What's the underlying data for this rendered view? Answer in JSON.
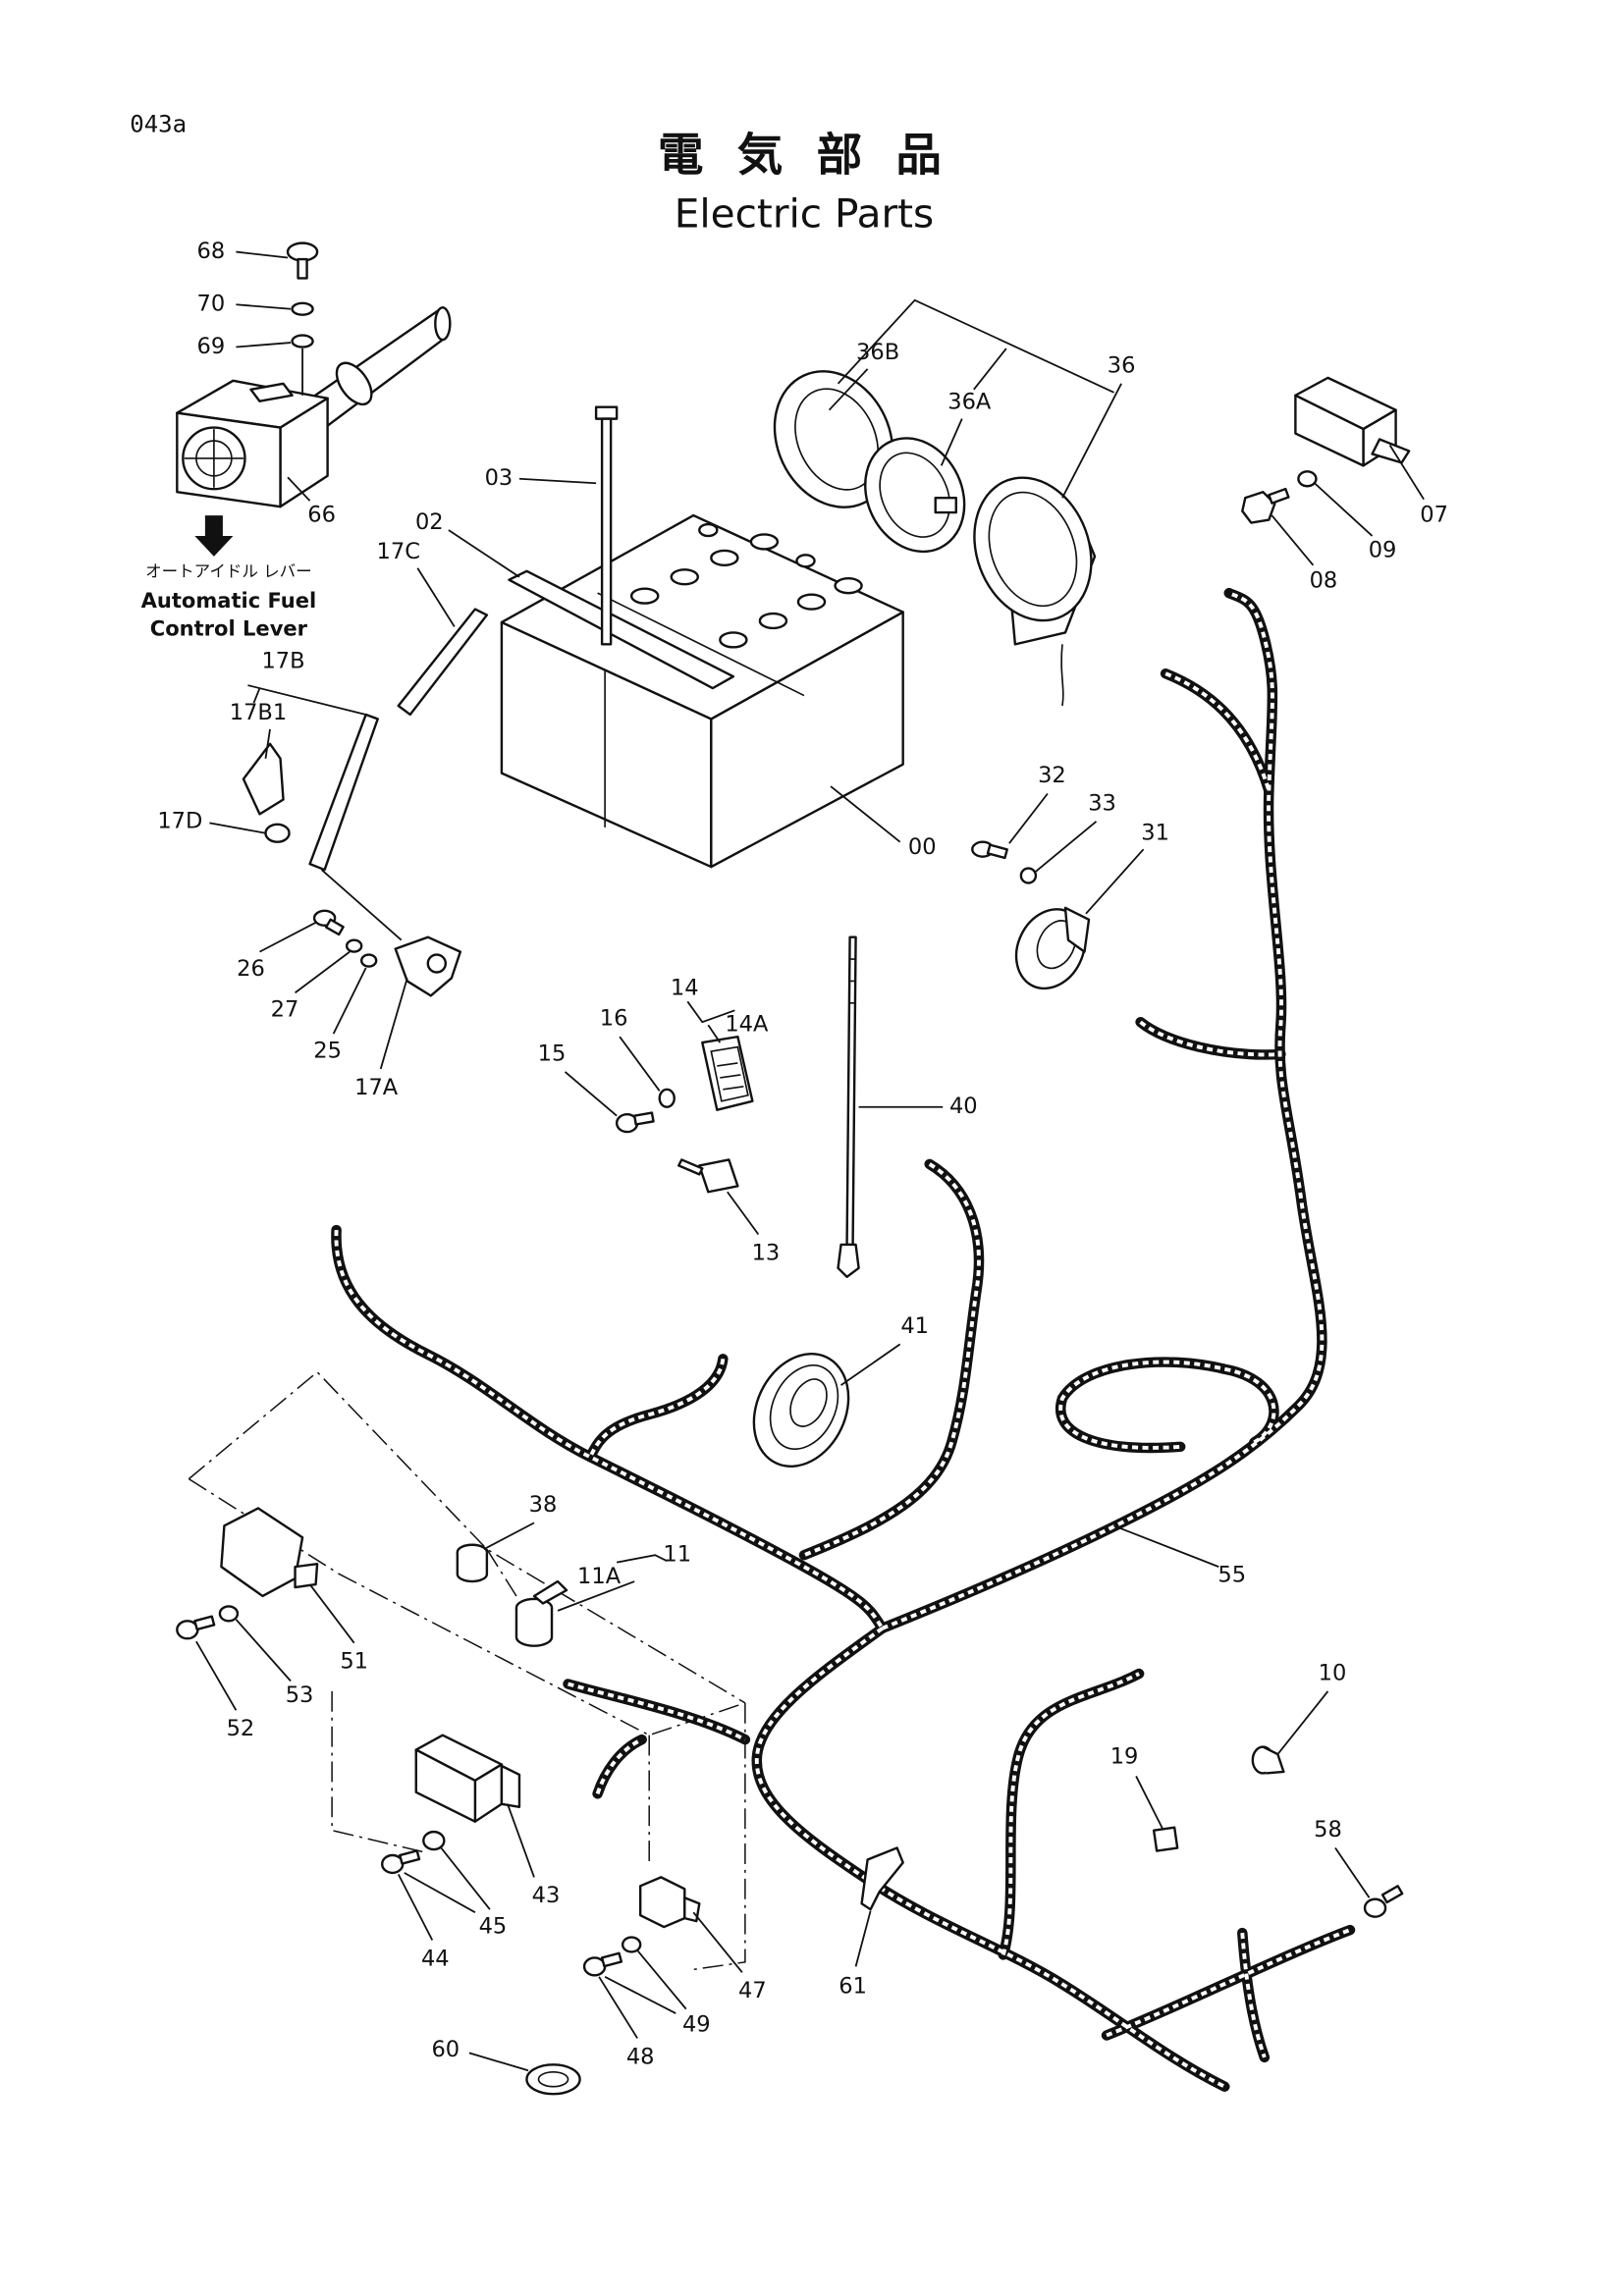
{
  "page_code": "043a",
  "title_jp": "電 気 部 品",
  "title_en": "Electric Parts",
  "note": {
    "jp": "オートアイドル レバー",
    "en_line1": "Automatic Fuel",
    "en_line2": "Control Lever"
  },
  "labels": {
    "p68": "68",
    "p70": "70",
    "p69": "69",
    "p66": "66",
    "p17C": "17C",
    "p02": "02",
    "p03": "03",
    "p17B": "17B",
    "p17B1": "17B1",
    "p17D": "17D",
    "p26": "26",
    "p27": "27",
    "p25": "25",
    "p17A": "17A",
    "p36B": "36B",
    "p36A": "36A",
    "p36": "36",
    "p07": "07",
    "p09": "09",
    "p08": "08",
    "p00": "00",
    "p32": "32",
    "p33": "33",
    "p31": "31",
    "p14": "14",
    "p14A": "14A",
    "p16": "16",
    "p15": "15",
    "p40": "40",
    "p13": "13",
    "p41": "41",
    "p38": "38",
    "p11A": "11A",
    "p11": "11",
    "p55": "55",
    "p51": "51",
    "p53": "53",
    "p52": "52",
    "p10": "10",
    "p19": "19",
    "p58": "58",
    "p43": "43",
    "p45": "45",
    "p44": "44",
    "p47": "47",
    "p49": "49",
    "p48": "48",
    "p61": "61",
    "p60": "60"
  },
  "colors": {
    "ink": "#111111",
    "paper": "#ffffff"
  }
}
